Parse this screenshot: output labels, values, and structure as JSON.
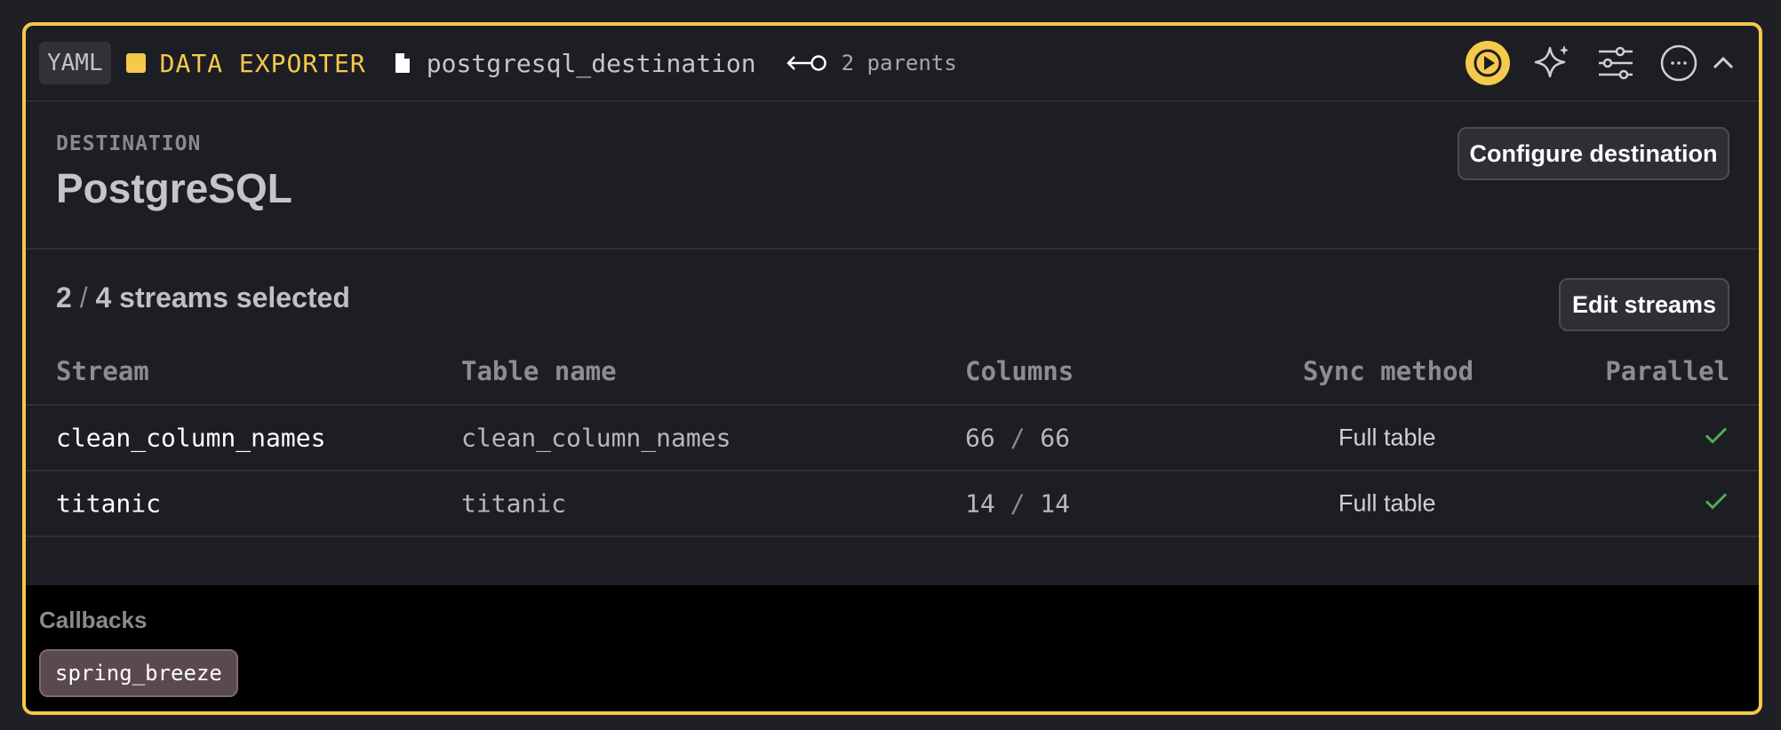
{
  "header": {
    "language": "YAML",
    "block_type": "DATA EXPORTER",
    "block_name": "postgresql_destination",
    "parents": "2 parents",
    "icons": [
      "play-icon",
      "sparkle-icon",
      "settings-sliders-icon",
      "more-icon",
      "chevron-up-icon"
    ]
  },
  "destination": {
    "label": "DESTINATION",
    "name": "PostgreSQL",
    "configure_label": "Configure destination"
  },
  "streams": {
    "selected": "2",
    "separator": "/",
    "total_text": "4 streams selected",
    "edit_label": "Edit streams",
    "columns": [
      "Stream",
      "Table name",
      "Columns",
      "Sync method",
      "Parallel"
    ],
    "rows": [
      {
        "stream": "clean_column_names",
        "table": "clean_column_names",
        "cols_selected": "66",
        "cols_total": "66",
        "sync": "Full table",
        "parallel": true
      },
      {
        "stream": "titanic",
        "table": "titanic",
        "cols_selected": "14",
        "cols_total": "14",
        "sync": "Full table",
        "parallel": true
      }
    ]
  },
  "callbacks": {
    "label": "Callbacks",
    "items": [
      "spring_breeze"
    ]
  },
  "colors": {
    "accent": "#f5c94a",
    "check": "#4caf50",
    "chip": "#5a4a4e"
  }
}
